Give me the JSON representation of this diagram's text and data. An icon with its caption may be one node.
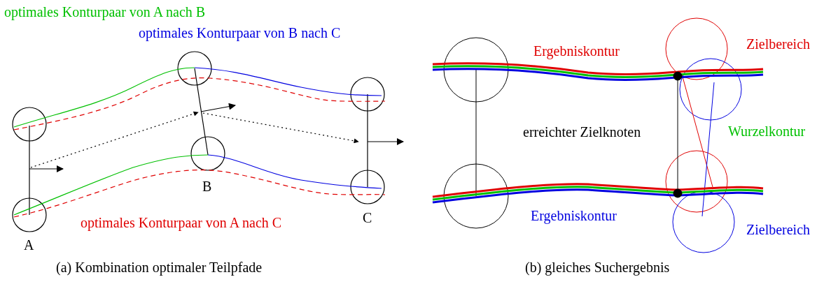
{
  "diagram": {
    "labels": [
      "optimales Konturpaar von A nach B",
      "optimales Konturpaar von B nach C",
      "B",
      "optimales Konturpaar von A nach C",
      "C",
      "A",
      "(a) Kombination optimaler Teilpfade",
      "Ergebniskontur",
      "Zielbereich",
      "erreichter Zielknoten",
      "Wurzelkontur",
      "Ergebniskontur",
      "Zielbereich",
      "(b) gleiches Suchergebnis"
    ]
  }
}
